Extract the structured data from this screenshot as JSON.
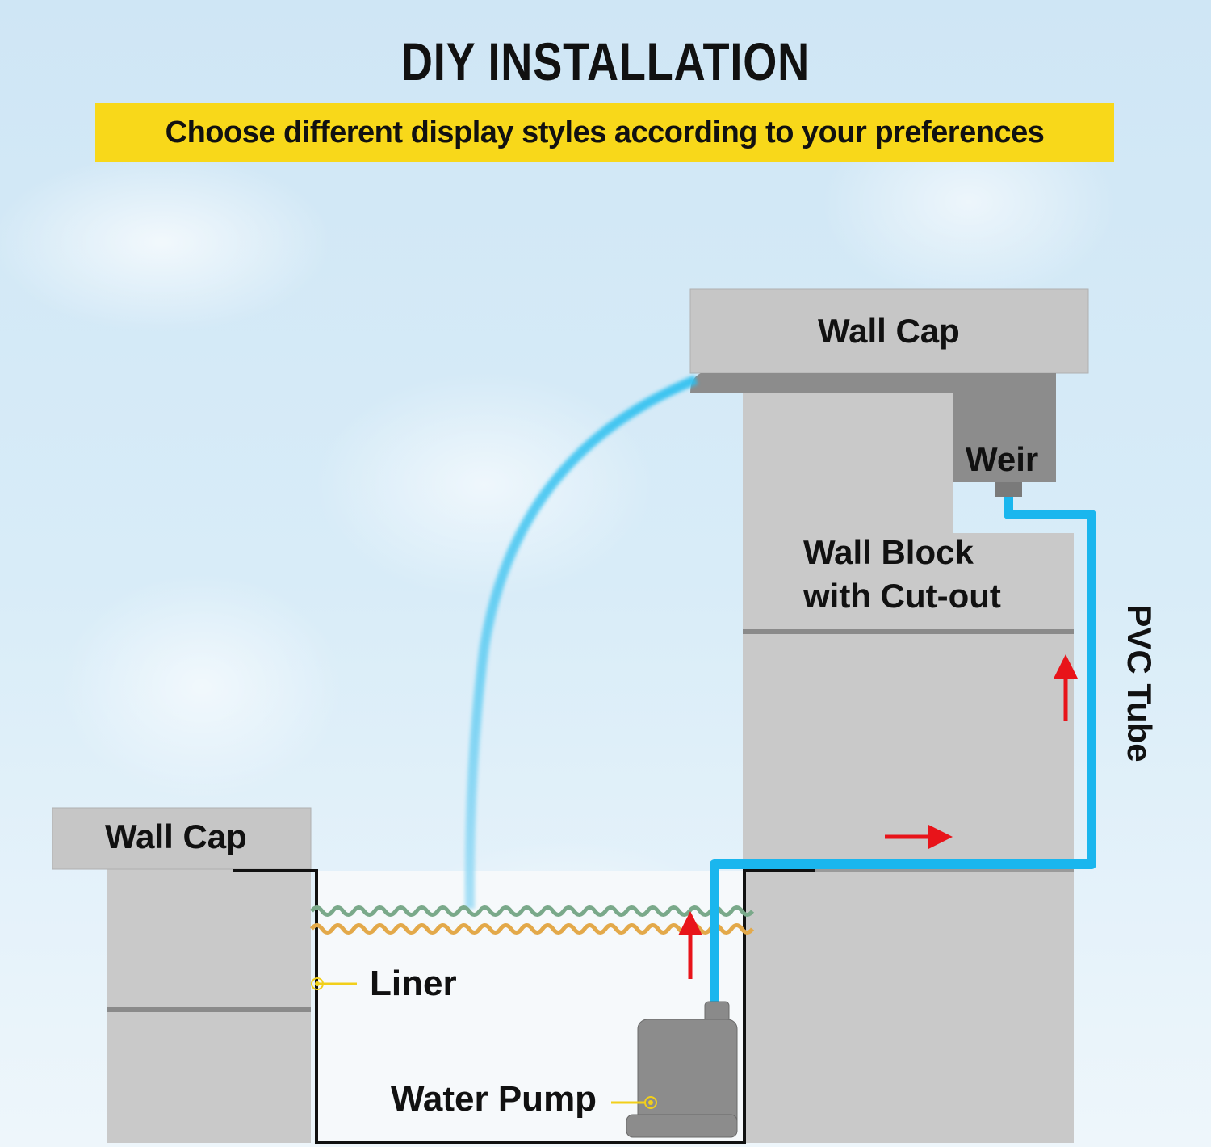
{
  "header": {
    "title": "DIY INSTALLATION",
    "subtitle": "Choose different display styles according to your preferences"
  },
  "labels": {
    "wall_cap_right": "Wall Cap",
    "weir": "Weir",
    "wall_block": "Wall Block",
    "wall_block_line2": "with Cut-out",
    "pvc_tube": "PVC Tube",
    "wall_cap_left": "Wall Cap",
    "liner": "Liner",
    "water_pump": "Water Pump"
  },
  "colors": {
    "banner": "#f8d81a",
    "tube": "#1ab6ee",
    "arrow": "#e8141a",
    "wall": "#c9c9c9",
    "weir": "#8c8c8c",
    "wave_green": "#7aa98a",
    "wave_orange": "#e3a94a",
    "callout": "#f2cf1a"
  }
}
